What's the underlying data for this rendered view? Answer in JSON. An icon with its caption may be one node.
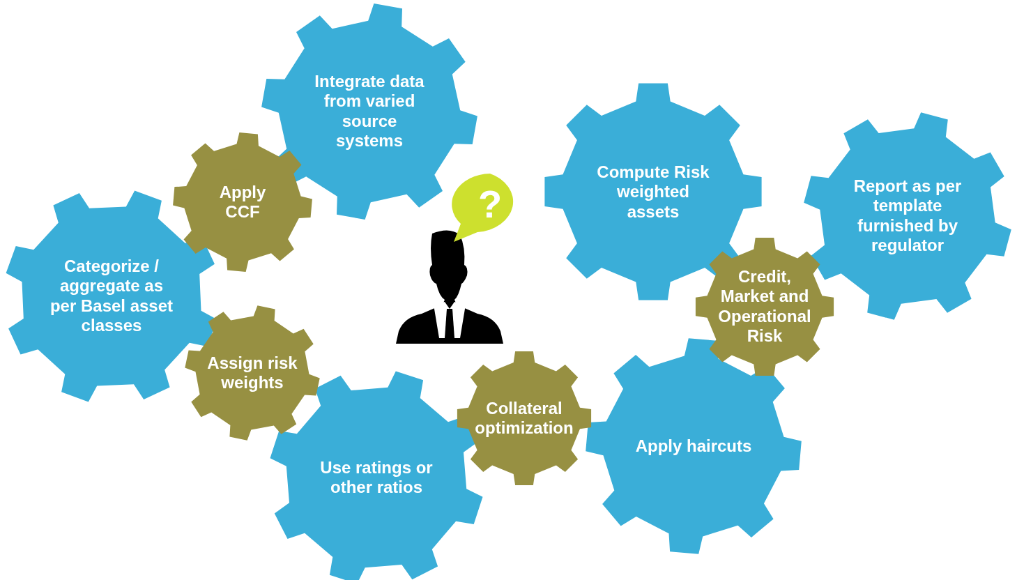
{
  "diagram": {
    "nodes": [
      {
        "text": [
          "Integrate data from varied source systems"
        ]
      },
      {
        "text": [
          "Compute Risk weighted assets"
        ]
      },
      {
        "text": [
          "Report as per template furnished by regulator"
        ]
      },
      {
        "text": [
          "Apply CCF"
        ]
      },
      {
        "text": [
          "?"
        ]
      },
      {
        "text": [
          "Categorize / aggregate as per Basel asset classes"
        ]
      },
      {
        "text": [
          "Credit, Market and Operational Risk"
        ]
      },
      {
        "text": [
          "Assign risk weights"
        ]
      },
      {
        "text": [
          "Collateral optimization"
        ]
      },
      {
        "text": [
          "Apply haircuts"
        ]
      },
      {
        "text": [
          "Use ratings or other ratios"
        ]
      }
    ]
  }
}
